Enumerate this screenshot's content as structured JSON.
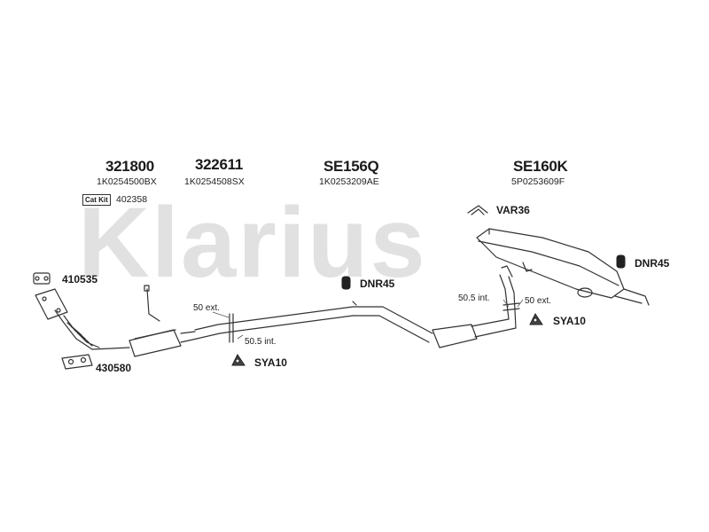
{
  "watermark": "Klarius",
  "assemblies": [
    {
      "code": "321800",
      "oem": "1K0254500BX"
    },
    {
      "code": "322611",
      "oem": "1K0254508SX"
    },
    {
      "code": "SE156Q",
      "oem": "1K0253209AE"
    },
    {
      "code": "SE160K",
      "oem": "5P0253609F"
    }
  ],
  "catkit": {
    "badge": "Cat Kit",
    "number": "402358"
  },
  "parts": {
    "p410535": "410535",
    "p430580": "430580",
    "sya10_a": "SYA10",
    "sya10_b": "SYA10",
    "dnr45_a": "DNR45",
    "dnr45_b": "DNR45",
    "var36": "VAR36"
  },
  "joints": {
    "j50ext_a": "50 ext.",
    "j505int_a": "50.5 int.",
    "j505int_b": "50.5 int.",
    "j50ext_b": "50 ext."
  }
}
